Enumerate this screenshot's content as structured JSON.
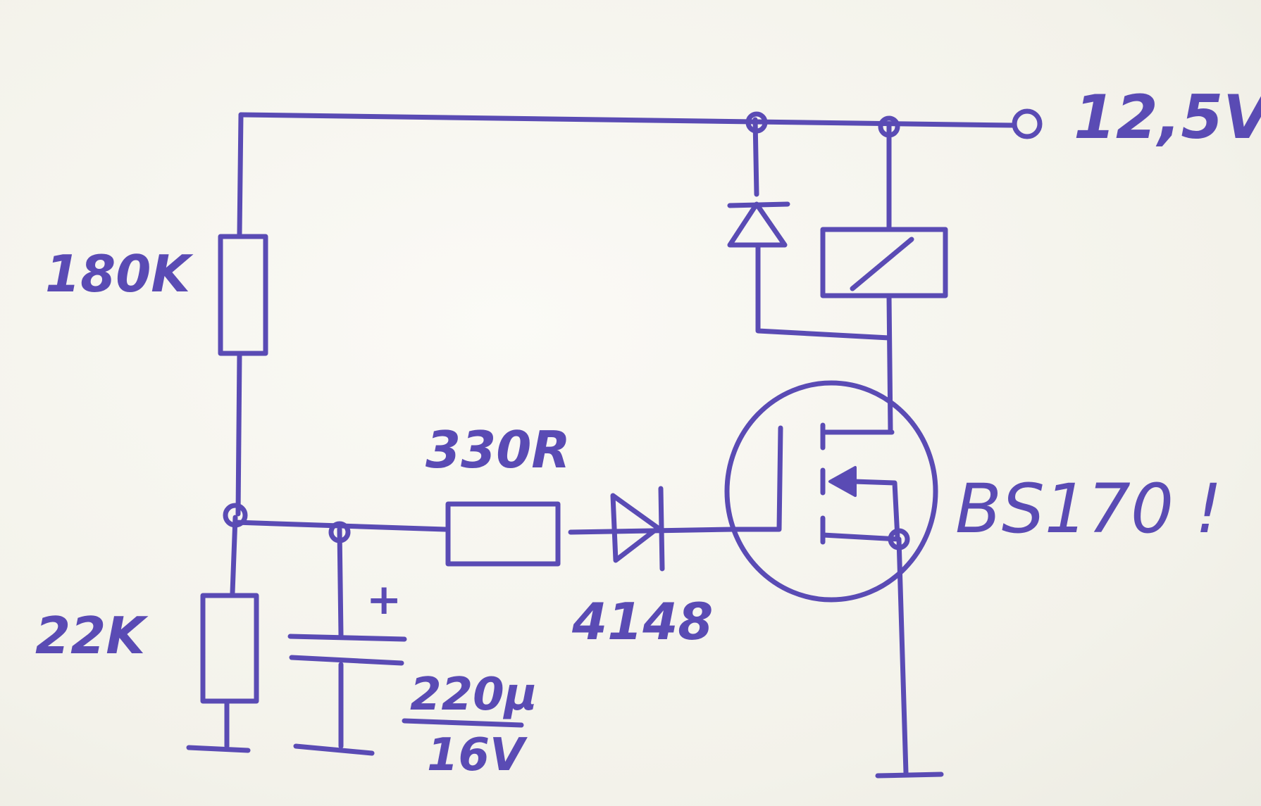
{
  "ink_color": "#5a4bb4",
  "labels": {
    "supply_voltage": "12,5V",
    "r_top": "180K",
    "r_bottom": "22K",
    "r_gate": "330R",
    "diode": "4148",
    "capacitor_value": "220µ",
    "capacitor_voltage": "16V",
    "capacitor_polarity": "+",
    "mosfet": "BS170 !"
  }
}
